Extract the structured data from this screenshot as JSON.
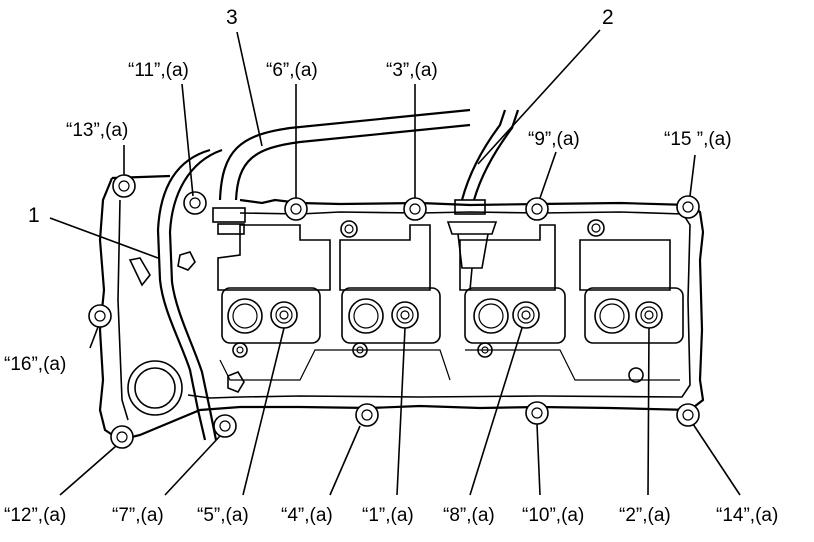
{
  "parts": {
    "p1": "1",
    "p2": "2",
    "p3": "3"
  },
  "bolt_labels": {
    "b11": "“11”,(a)",
    "b6": "“6”,(a)",
    "b3": "“3”,(a)",
    "b13": "“13”,(a)",
    "b9": "“9”,(a)",
    "b15": "“15 ”,(a)",
    "b16": "“16”,(a)",
    "b12": "“12”,(a)",
    "b7": "“7”,(a)",
    "b5": "“5”,(a)",
    "b4": "“4”,(a)",
    "b1": "“1”,(a)",
    "b8": "“8”,(a)",
    "b10": "“10”,(a)",
    "b2": "“2”,(a)",
    "b14": "“14”,(a)"
  }
}
